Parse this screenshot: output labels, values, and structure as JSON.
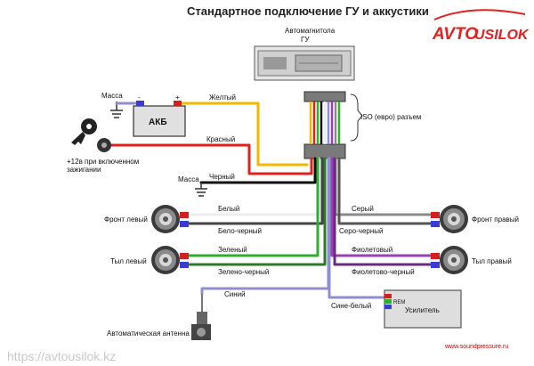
{
  "title": "Стандартное подключение ГУ и аккустики",
  "logo": {
    "main": "AVTO",
    "accent": "USILOK"
  },
  "head_unit": {
    "line1": "Автомагнитола",
    "line2": "ГУ"
  },
  "iso_label": "ISO (евро) разъем",
  "battery": {
    "label": "АКБ",
    "ground_label": "Масса",
    "plus": "+",
    "minus": "-"
  },
  "ignition": {
    "line1": "+12в при включенном",
    "line2": "зажигании"
  },
  "ground2": "Масса",
  "wires": {
    "yellow": "Желтый",
    "red": "Красный",
    "black": "Черный",
    "white": "Белый",
    "white_black": "Бело-черный",
    "green": "Зеленый",
    "green_black": "Зелено-черный",
    "blue": "Синий",
    "gray": "Серый",
    "gray_black": "Серо-черный",
    "violet": "Фиолетовый",
    "violet_black": "Фиолетово-черный",
    "blue_white": "Сине-белый"
  },
  "speakers": {
    "front_left": "Фронт левый",
    "rear_left": "Тыл левый",
    "front_right": "Фронт правый",
    "rear_right": "Тыл правый"
  },
  "antenna": "Автоматическая антенна",
  "amplifier": {
    "label": "Усилитель",
    "rem": "REM"
  },
  "site": "www.soundpressure.ru",
  "watermark": "https://avtousilok.kz",
  "colors": {
    "yellow": "#f4b800",
    "red": "#e0201c",
    "black": "#111111",
    "white": "#ececec",
    "green": "#2fae2f",
    "blue": "#8f8fd0",
    "gray": "#8a8a8a",
    "violet": "#9a3fb5"
  }
}
